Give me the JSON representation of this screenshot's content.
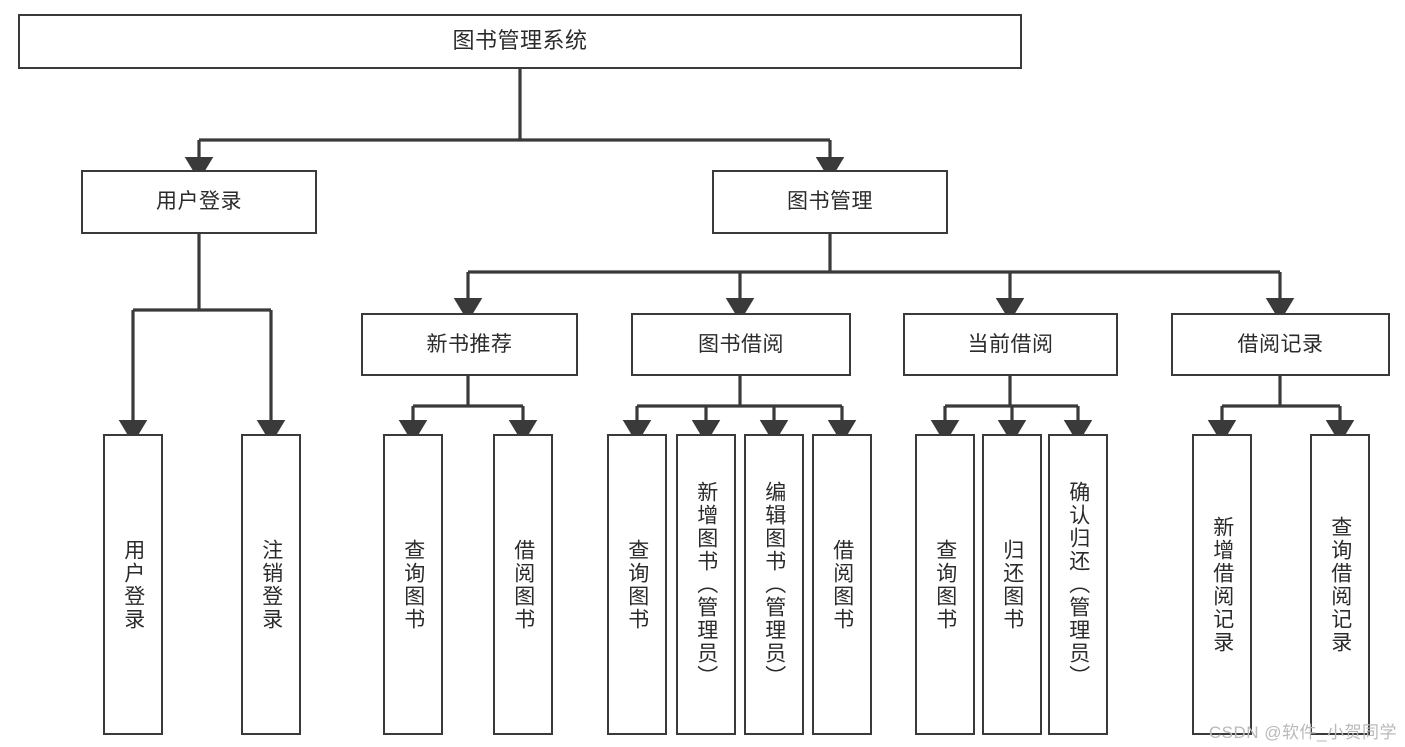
{
  "diagram": {
    "title": "图书管理系统",
    "type": "tree-hierarchy",
    "watermark": "CSDN @软件_小贺同学",
    "colors": {
      "box_border": "#3a3a3a",
      "box_fill": "#ffffff",
      "connector": "#3a3a3a",
      "text": "#2b2b2b",
      "watermark": "#b9b9b9",
      "background": "#ffffff"
    },
    "root": {
      "label": "图书管理系统"
    },
    "level2": [
      {
        "label": "用户登录"
      },
      {
        "label": "图书管理"
      }
    ],
    "level3": [
      {
        "label": "新书推荐"
      },
      {
        "label": "图书借阅"
      },
      {
        "label": "当前借阅"
      },
      {
        "label": "借阅记录"
      }
    ],
    "leaves": {
      "user_login": [
        {
          "label": "用户登录"
        },
        {
          "label": "注销登录"
        }
      ],
      "new_book_recommend": [
        {
          "label": "查询图书"
        },
        {
          "label": "借阅图书"
        }
      ],
      "book_borrow": [
        {
          "label": "查询图书"
        },
        {
          "label": "新增图书（管理员）"
        },
        {
          "label": "编辑图书（管理员）"
        },
        {
          "label": "借阅图书"
        }
      ],
      "current_borrow": [
        {
          "label": "查询图书"
        },
        {
          "label": "归还图书"
        },
        {
          "label": "确认归还（管理员）"
        }
      ],
      "borrow_records": [
        {
          "label": "新增借阅记录"
        },
        {
          "label": "查询借阅记录"
        }
      ]
    }
  }
}
